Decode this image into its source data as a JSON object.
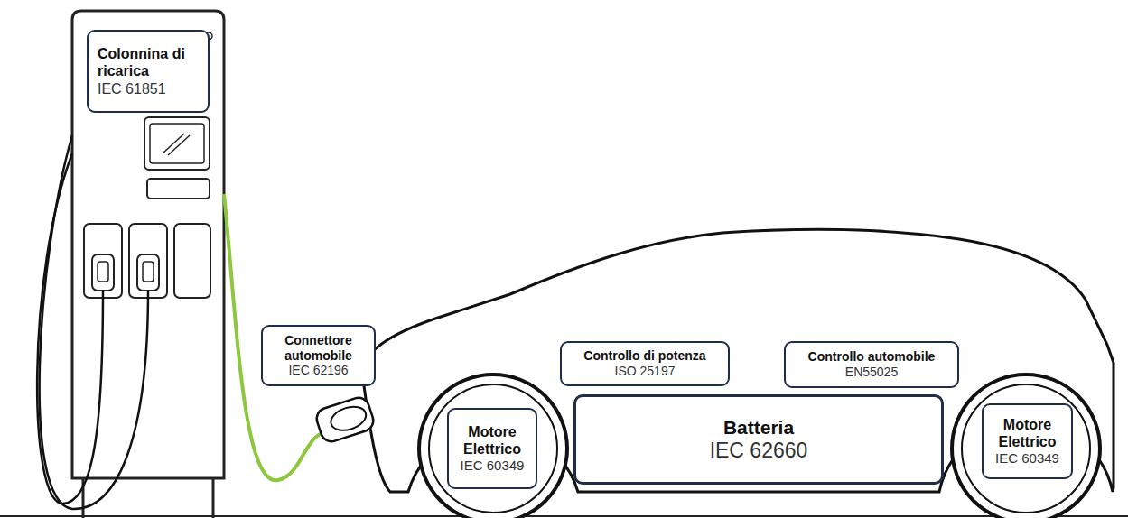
{
  "diagram": {
    "nodes": [
      {
        "text": [
          "Colonnina di ricarica",
          "IEC 61851"
        ]
      },
      {
        "text": [
          "Connettore automobile",
          "IEC 62196"
        ]
      },
      {
        "text": [
          "Controllo di potenza",
          "ISO 25197"
        ]
      },
      {
        "text": [
          "Controllo automobile",
          "EN55025"
        ]
      },
      {
        "text": [
          "Motore Elettrico",
          "IEC 60349"
        ]
      },
      {
        "text": [
          "Batteria",
          "IEC 62660"
        ]
      },
      {
        "text": [
          "Motore Elettrico",
          "IEC 60349"
        ]
      }
    ]
  }
}
